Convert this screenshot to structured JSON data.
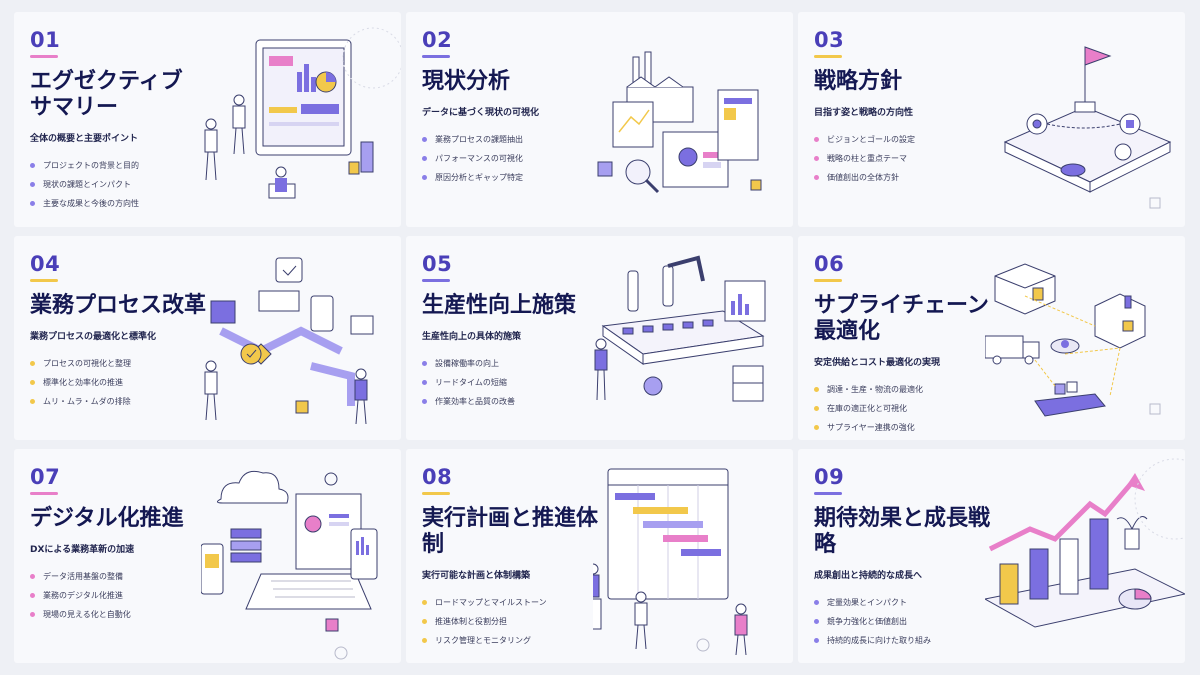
{
  "colors": {
    "purple": "#7b6fe0",
    "yellow": "#f2c84b",
    "pink": "#e87fc9",
    "navy": "#1c1f5e",
    "accent_num": "#4a3fb8"
  },
  "cards": [
    {
      "num": "01",
      "bar_color": "#e87fc9",
      "dot_color": "#8a7fe8",
      "title": "エグゼクティブ\nサマリー",
      "subtitle": "全体の概要と主要ポイント",
      "bullets": [
        "プロジェクトの背景と目的",
        "現状の課題とインパクト",
        "主要な成果と今後の方向性"
      ],
      "illustration": "monitor-presentation-icon"
    },
    {
      "num": "02",
      "bar_color": "#7b6fe0",
      "dot_color": "#8a7fe8",
      "title": "現状分析",
      "subtitle": "データに基づく現状の可視化",
      "bullets": [
        "業務プロセスの課題抽出",
        "パフォーマンスの可視化",
        "原因分析とギャップ特定"
      ],
      "illustration": "factory-analytics-icon"
    },
    {
      "num": "03",
      "bar_color": "#f2c84b",
      "dot_color": "#e87fc9",
      "title": "戦略方針",
      "subtitle": "目指す姿と戦略の方向性",
      "bullets": [
        "ビジョンとゴールの設定",
        "戦略の柱と重点テーマ",
        "価値創出の全体方針"
      ],
      "illustration": "flag-roadmap-icon"
    },
    {
      "num": "04",
      "bar_color": "#f2c84b",
      "dot_color": "#f2c84b",
      "title": "業務プロセス改革",
      "subtitle": "業務プロセスの最適化と標準化",
      "bullets": [
        "プロセスの可視化と整理",
        "標準化と効率化の推進",
        "ムリ・ムラ・ムダの排除"
      ],
      "illustration": "process-flow-icon"
    },
    {
      "num": "05",
      "bar_color": "#7b6fe0",
      "dot_color": "#8a7fe8",
      "title": "生産性向上施策",
      "subtitle": "生産性向上の具体的施策",
      "bullets": [
        "設備稼働率の向上",
        "リードタイムの短縮",
        "作業効率と品質の改善"
      ],
      "illustration": "robot-conveyor-icon"
    },
    {
      "num": "06",
      "bar_color": "#f2c84b",
      "dot_color": "#f2c84b",
      "title": "サプライチェーン\n最適化",
      "subtitle": "安定供給とコスト最適化の実現",
      "bullets": [
        "調達・生産・物流の最適化",
        "在庫の適正化と可視化",
        "サプライヤー連携の強化"
      ],
      "illustration": "supply-chain-icon"
    },
    {
      "num": "07",
      "bar_color": "#e87fc9",
      "dot_color": "#e87fc9",
      "title": "デジタル化推進",
      "subtitle": "DXによる業務革新の加速",
      "bullets": [
        "データ活用基盤の整備",
        "業務のデジタル化推進",
        "現場の見える化と自動化"
      ],
      "illustration": "cloud-devices-icon"
    },
    {
      "num": "08",
      "bar_color": "#f2c84b",
      "dot_color": "#f2c84b",
      "title": "実行計画と推進体制",
      "subtitle": "実行可能な計画と体制構築",
      "bullets": [
        "ロードマップとマイルストーン",
        "推進体制と役割分担",
        "リスク管理とモニタリング"
      ],
      "illustration": "gantt-board-icon"
    },
    {
      "num": "09",
      "bar_color": "#7b6fe0",
      "dot_color": "#8a7fe8",
      "title": "期待効果と成長戦略",
      "subtitle": "成果創出と持続的な成長へ",
      "bullets": [
        "定量効果とインパクト",
        "競争力強化と価値創出",
        "持続的成長に向けた取り組み"
      ],
      "illustration": "growth-chart-icon"
    }
  ]
}
